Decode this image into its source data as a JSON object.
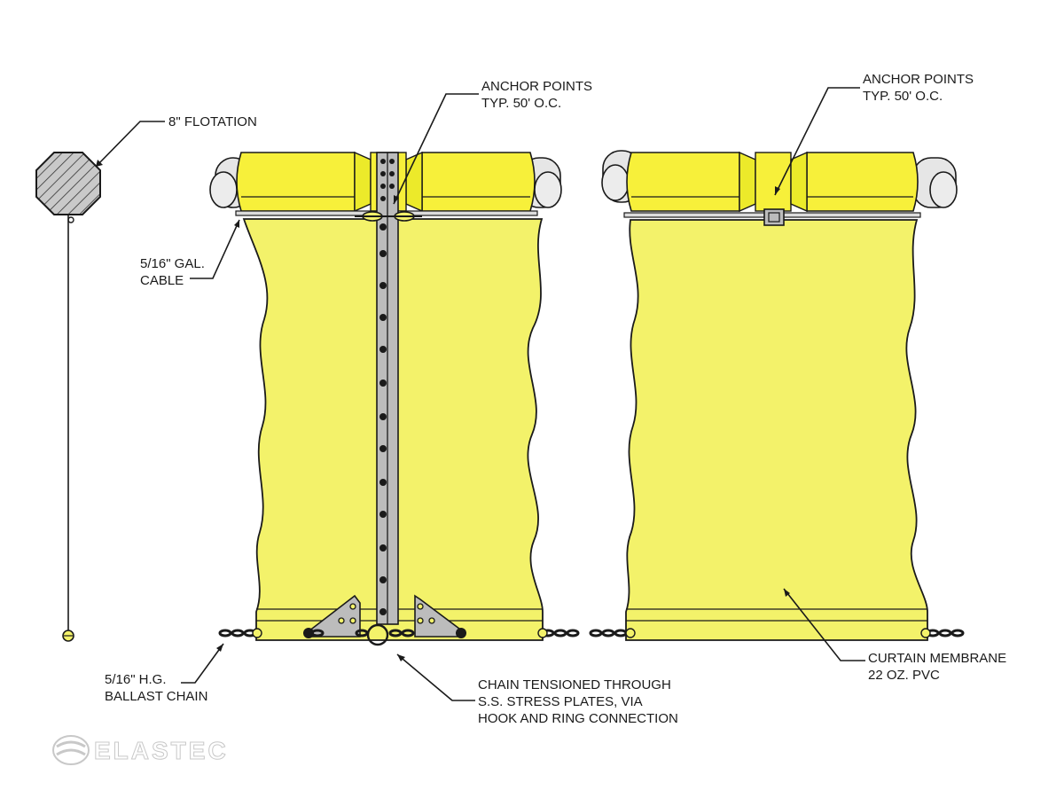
{
  "callouts": {
    "flotation": "8\" FLOTATION",
    "cable": [
      "5/16\" GAL.",
      "CABLE"
    ],
    "anchor_left": [
      "ANCHOR POINTS",
      "TYP. 50' O.C."
    ],
    "anchor_right": [
      "ANCHOR POINTS",
      "TYP. 50' O.C."
    ],
    "ballast": [
      "5/16\" H.G.",
      "BALLAST CHAIN"
    ],
    "chain_tension": [
      "CHAIN TENSIONED THROUGH",
      "S.S. STRESS PLATES, VIA",
      "HOOK AND RING CONNECTION"
    ],
    "membrane": [
      "CURTAIN MEMBRANE",
      "22 OZ. PVC"
    ]
  },
  "logo": {
    "text": "ELASTEC"
  },
  "colors": {
    "membrane": "#f3f26a",
    "float": "#f7f03a",
    "float_top": "#ecea2a",
    "float_cap": "#e6e6e6",
    "plate": "#bcbcbc",
    "line": "#1a1a1a"
  }
}
